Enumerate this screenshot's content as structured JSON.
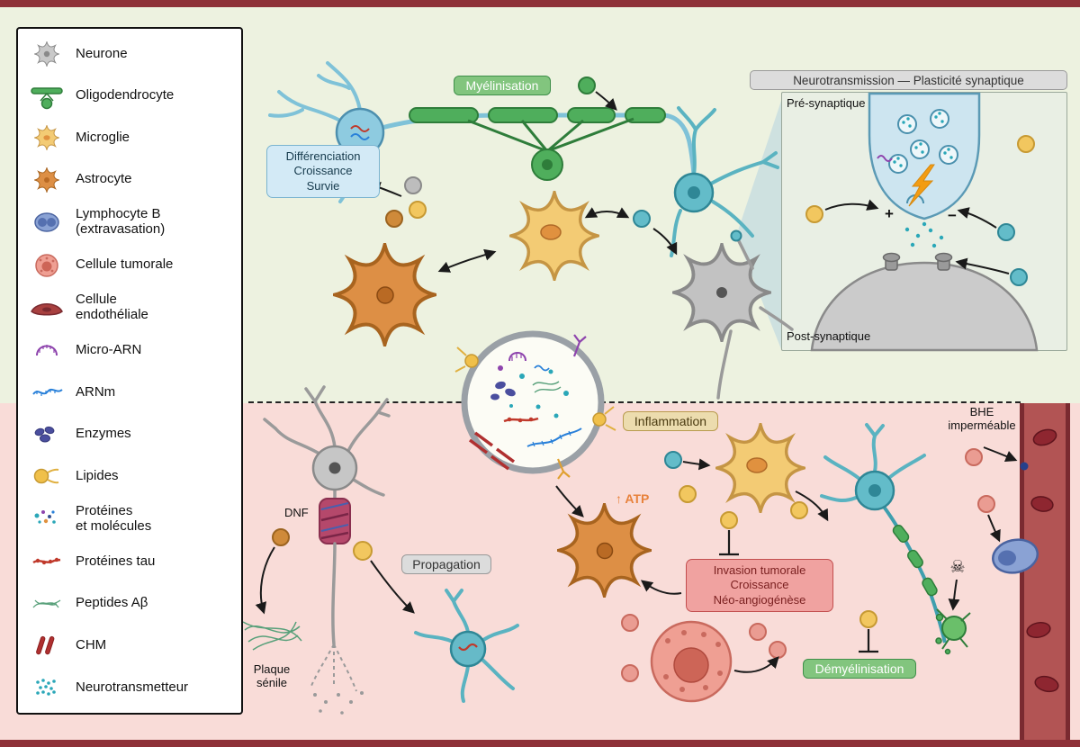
{
  "legend": {
    "items": [
      {
        "label": "Neurone",
        "icon": "neurone-icon"
      },
      {
        "label": "Oligodendrocyte",
        "icon": "oligodendrocyte-icon"
      },
      {
        "label": "Microglie",
        "icon": "microglie-icon"
      },
      {
        "label": "Astrocyte",
        "icon": "astrocyte-icon"
      },
      {
        "label": "Lymphocyte B\n(extravasation)",
        "icon": "lymphocyte-b-icon"
      },
      {
        "label": "Cellule tumorale",
        "icon": "cellule-tumorale-icon"
      },
      {
        "label": "Cellule\nendothéliale",
        "icon": "cellule-endotheliale-icon"
      },
      {
        "label": "Micro-ARN",
        "icon": "micro-arn-icon"
      },
      {
        "label": "ARNm",
        "icon": "arnm-icon"
      },
      {
        "label": "Enzymes",
        "icon": "enzymes-icon"
      },
      {
        "label": "Lipides",
        "icon": "lipides-icon"
      },
      {
        "label": "Protéines\net molécules",
        "icon": "proteines-molecules-icon"
      },
      {
        "label": "Protéines tau",
        "icon": "proteines-tau-icon"
      },
      {
        "label": "Peptides Aβ",
        "icon": "peptides-abeta-icon"
      },
      {
        "label": "CHM",
        "icon": "chm-icon"
      },
      {
        "label": "Neurotransmetteur",
        "icon": "neurotransmetteur-icon"
      }
    ]
  },
  "labels": {
    "myelinisation": "Myélinisation",
    "differenciation": "Différenciation\nCroissance\nSurvie",
    "synapse_title": "Neurotransmission — Plasticité synaptique",
    "pre": "Pré-synaptique",
    "post": "Post-synaptique",
    "plus": "+",
    "minus": "−",
    "inflammation": "Inflammation",
    "atp": "↑ ATP",
    "dnf": "DNF",
    "propagation": "Propagation",
    "invasion": "Invasion tumorale\nCroissance\nNéo-angiogénèse",
    "plaque": "Plaque\nsénile",
    "bhe": "BHE\nimperméable",
    "demyelinisation": "Démyélinisation",
    "skull": "☠"
  },
  "colors": {
    "healthy_bg": "#edf2e0",
    "pathological_bg": "#f9dcd8",
    "frame": "#8e3138",
    "myelin_green": "#4fae5c",
    "green_badge": "#82c57e",
    "inflammation_badge": "#ecdcae",
    "invasion_box": "#f0a2a0",
    "differentiation_box": "#d3eaf6",
    "vessel": "#b25454"
  }
}
